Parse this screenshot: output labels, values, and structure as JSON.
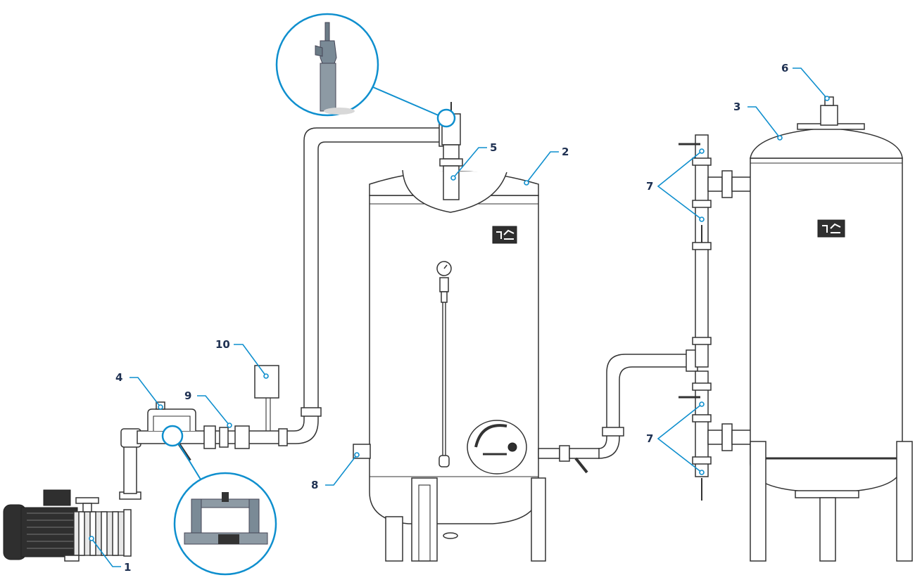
{
  "colors": {
    "accent": "#0f8fce",
    "label": "#1f3152",
    "line": "#333333"
  },
  "callouts": [
    {
      "id": "c1",
      "label": "1"
    },
    {
      "id": "c2",
      "label": "2"
    },
    {
      "id": "c3",
      "label": "3"
    },
    {
      "id": "c4",
      "label": "4"
    },
    {
      "id": "c5",
      "label": "5"
    },
    {
      "id": "c6",
      "label": "6"
    },
    {
      "id": "c7a",
      "label": "7"
    },
    {
      "id": "c7b",
      "label": "7"
    },
    {
      "id": "c8",
      "label": "8"
    },
    {
      "id": "c9",
      "label": "9"
    },
    {
      "id": "c10",
      "label": "10"
    }
  ],
  "icons": {
    "logo": "brand-logo-icon",
    "gauge": "pressure-gauge-icon",
    "zoom_top": "air-valve-detail-icon",
    "zoom_bottom": "bypass-detail-icon"
  }
}
